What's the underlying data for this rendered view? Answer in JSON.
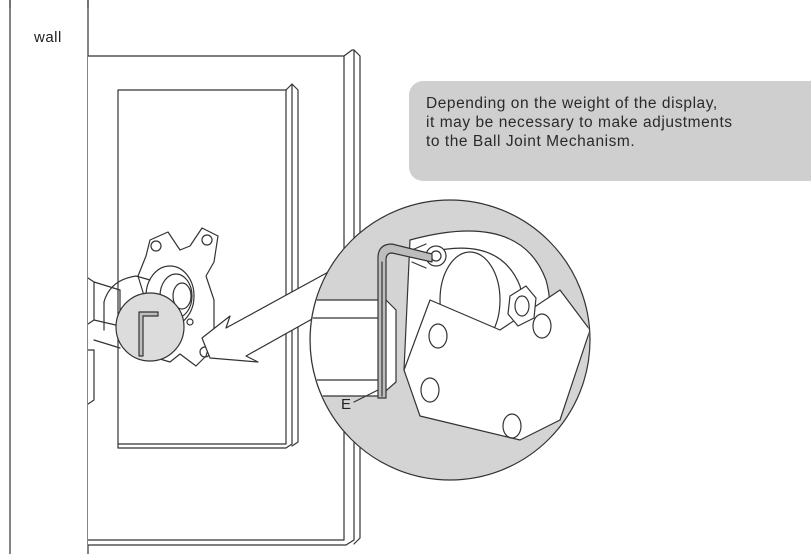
{
  "labels": {
    "wall": "wall",
    "callout_letter": "E"
  },
  "note": {
    "lines": [
      "Depending on the weight of the display,",
      "it may be necessary to make adjustments",
      "to the Ball Joint Mechanism."
    ]
  },
  "colors": {
    "line": "#333333",
    "note_background": "#cfcfcf",
    "detail_circle": "#d4d4d4",
    "small_circle": "#dcdcdc",
    "wrench_fill": "#bdbdbd"
  }
}
